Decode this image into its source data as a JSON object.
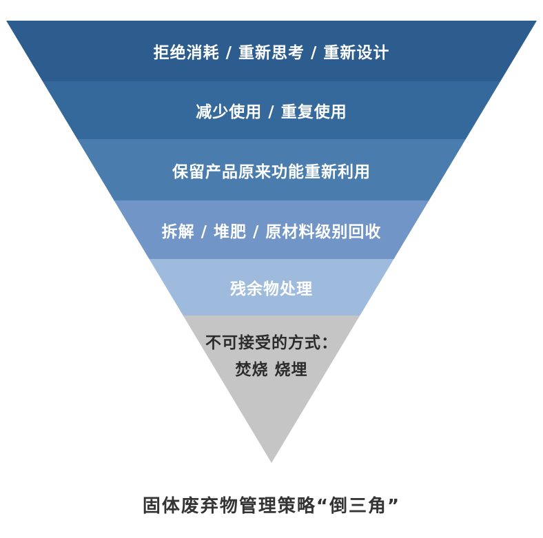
{
  "diagram": {
    "title": "solid-waste-management-inverted-pyramid",
    "caption": "固体废弃物管理策略“倒三角”",
    "tiers": [
      {
        "label": "拒绝消耗 / 重新思考 / 重新设计",
        "color": "#2D5C8E",
        "text_color": "#ffffff"
      },
      {
        "label": "减少使用 / 重复使用",
        "color": "#35689B",
        "text_color": "#ffffff"
      },
      {
        "label": "保留产品原来功能重新利用",
        "color": "#4A7DAE",
        "text_color": "#ffffff"
      },
      {
        "label": "拆解 / 堆肥 / 原材料级别回收",
        "color": "#7195C6",
        "text_color": "#ffffff"
      },
      {
        "label": "残余物处理",
        "color": "#9EBADD",
        "text_color": "#ffffff"
      },
      {
        "label": "不可接受的方式：",
        "label2": "焚烧 烧埋",
        "color": "#C5C5C5",
        "text_color": "#2B2B2B"
      }
    ]
  }
}
